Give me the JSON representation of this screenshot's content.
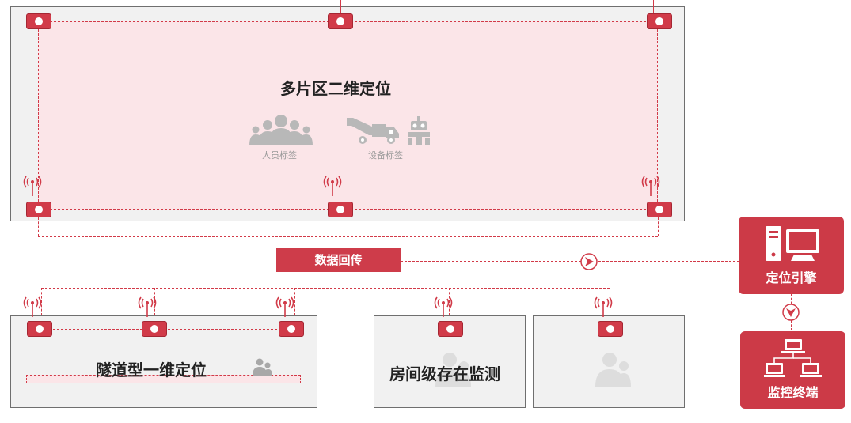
{
  "zones": {
    "multi_area": {
      "title": "多片区二维定位",
      "person_tag_label": "人员标签",
      "device_tag_label": "设备标签"
    },
    "tunnel": {
      "title": "隧道型一维定位"
    },
    "room": {
      "title": "房间级存在监测"
    }
  },
  "data_return": {
    "label": "数据回传"
  },
  "positioning_engine": {
    "label": "定位引擎"
  },
  "monitor_terminal": {
    "label": "监控终端"
  },
  "colors": {
    "accent": "#d13b49",
    "zone_bg": "#f1f1f1",
    "area_pink": "#fbe5e8"
  }
}
